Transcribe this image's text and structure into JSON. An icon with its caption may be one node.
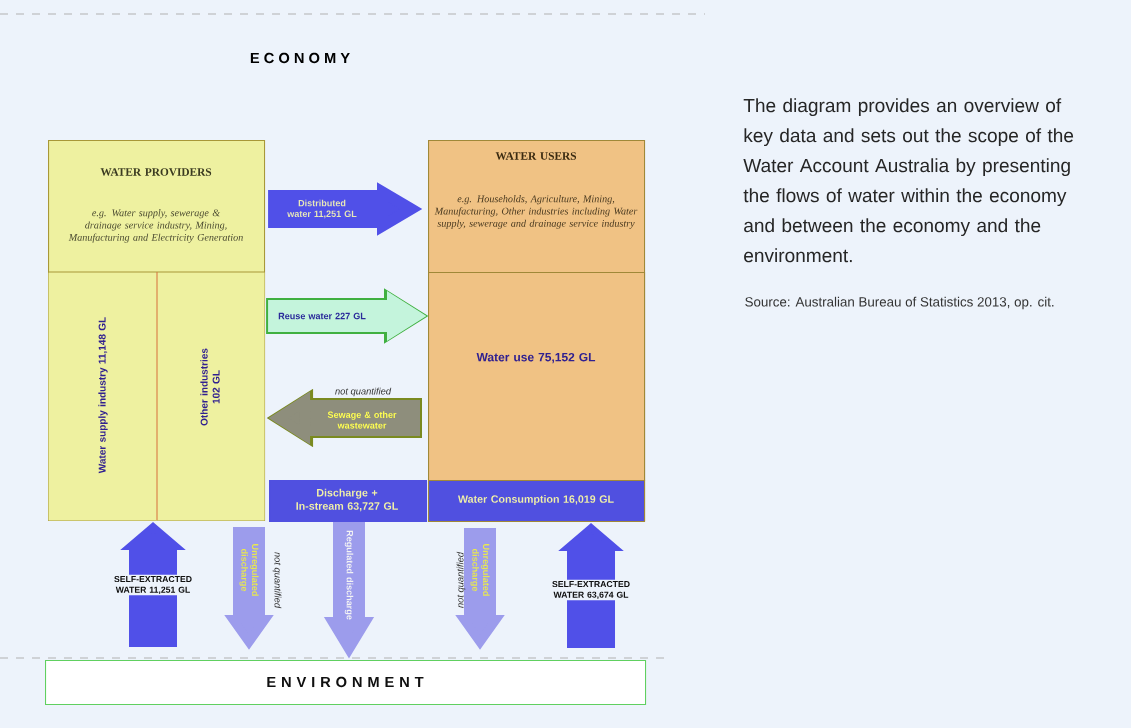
{
  "diagram": {
    "title": "E C O N O M Y",
    "caption": "The diagram provides an overview of key data and sets out the scope of the Water Account Australia by presenting the flows of water within the economy and between the economy and the environment.",
    "nodes": [
      {
        "text": [
          "WATER PROVIDERS",
          "e.g. Water supply, sewerage & drainage service industry, Mining, Manufacturing and Electricity Generation"
        ]
      },
      {
        "text": [
          "Water supply industry 11,148 GL"
        ],
        "in": 0
      },
      {
        "text": [
          "Other industries 102 GL"
        ],
        "in": 0
      },
      {
        "text": [
          "WATER USERS",
          "e.g. Households, Agriculture, Mining, Manufacturing, Other industries including Water supply, sewerage and drainage service industry"
        ]
      },
      {
        "text": [
          "Water use 75,152 GL"
        ],
        "in": 3
      },
      {
        "text": [
          "Water Consumption 16,019 GL"
        ],
        "in": 3
      },
      {
        "text": [
          "Discharge + In-stream 63,727 GL"
        ]
      },
      {
        "text": [
          "E N V I R O N M E N T"
        ]
      }
    ],
    "edges": [
      {
        "from": 0,
        "to": 3,
        "arrow": "to",
        "label": "Distributed water 11,251 GL"
      },
      {
        "from": 0,
        "to": 3,
        "arrow": "to",
        "label": "Reuse water 227 GL",
        "color": "#c4f4dc"
      },
      {
        "from": 4,
        "to": 2,
        "arrow": "to",
        "label": "Sewage & other wastewater",
        "color": "#8e8e7c"
      },
      {
        "from": 7,
        "to": 0,
        "arrow": "to",
        "label": "SELF-EXTRACTED WATER 11,251 GL"
      },
      {
        "from": 2,
        "to": 7,
        "arrow": "to",
        "label": "Unregulated discharge",
        "color": "#9c9cec"
      },
      {
        "from": 6,
        "to": 7,
        "arrow": "to",
        "label": "Regulated discharge",
        "color": "#9c9cec"
      },
      {
        "from": 5,
        "to": 7,
        "arrow": "to",
        "label": "Unregulated discharge",
        "color": "#9c9cec"
      },
      {
        "from": 7,
        "to": 5,
        "arrow": "to",
        "label": "SELF-EXTRACTED WATER 63,674 GL"
      }
    ],
    "labels": [
      "not quantified",
      "not quantified",
      "not quantified",
      "Source: Australian Bureau of Statistics 2013, op. cit."
    ]
  }
}
